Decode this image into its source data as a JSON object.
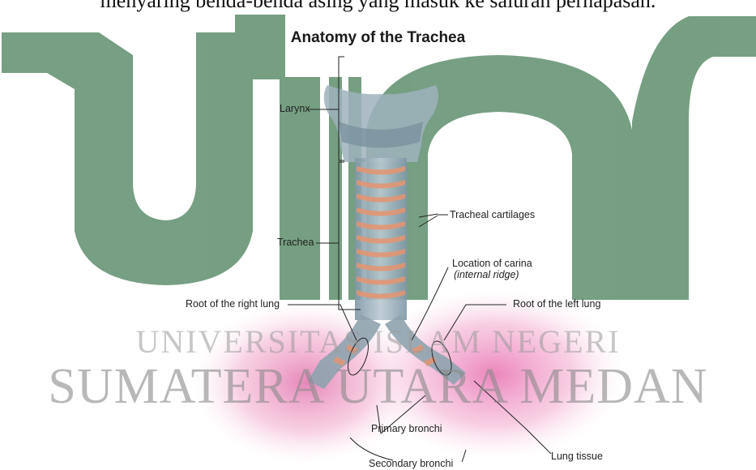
{
  "page": {
    "caption": "menyaring benda-benda asing yang masuk ke saluran pernapasan."
  },
  "diagram": {
    "title": "Anatomy of the Trachea",
    "labels": {
      "larynx": "Larynx",
      "trachea": "Trachea",
      "tracheal_cartilages": "Tracheal cartilages",
      "carina": "Location of carina",
      "carina_note": "(internal ridge)",
      "root_right_lung": "Root of the right lung",
      "root_left_lung": "Root of the left lung",
      "primary_bronchi": "Primary bronchi",
      "lung_tissue": "Lung tissue",
      "secondary_bronchi": "Secondary bronchi"
    }
  },
  "watermark": {
    "line1": "UNIVERSITAS ISLAM NEGERI",
    "line2": "SUMATERA UTARA MEDAN",
    "logo_color": "#6f9a7c"
  }
}
